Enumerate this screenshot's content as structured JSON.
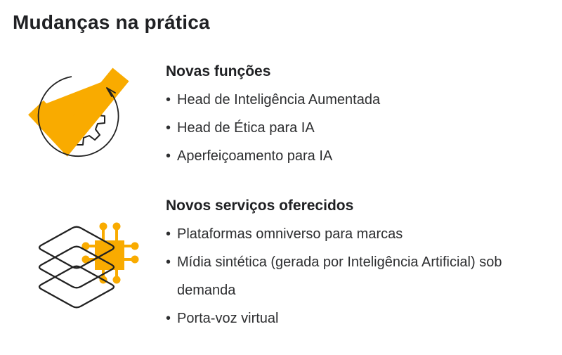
{
  "page_title": "Mudanças na prática",
  "bullet_char": "•",
  "colors": {
    "accent_amber": "#F9AB00",
    "title_text": "#202124",
    "body_text": "#2d2e30",
    "background": "#ffffff",
    "icon_line": "#212121"
  },
  "sections": [
    {
      "icon": "check-gear-cycle-icon",
      "heading": "Novas funções",
      "items": [
        "Head de Inteligência Aumentada",
        "Head de Ética para IA",
        "Aperfeiçoamento para IA"
      ]
    },
    {
      "icon": "layers-ai-chip-icon",
      "heading": "Novos serviços oferecidos",
      "items": [
        "Plataformas omniverso para marcas",
        "Mídia sintética (gerada por Inteligência Artificial) sob demanda",
        "Porta-voz virtual"
      ]
    }
  ]
}
